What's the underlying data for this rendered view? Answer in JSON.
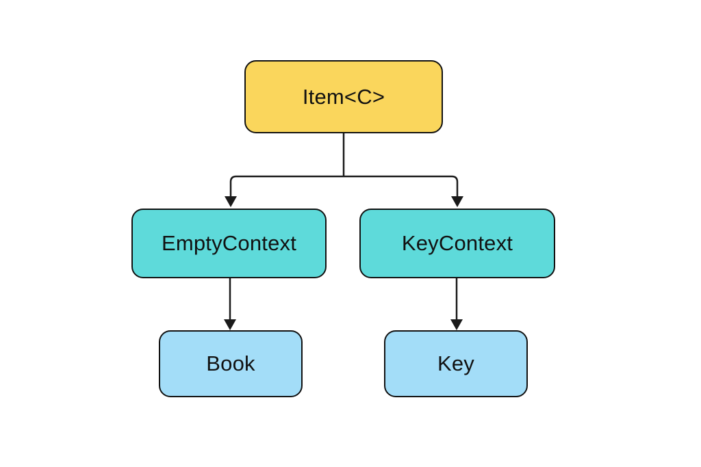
{
  "diagram": {
    "type": "tree",
    "nodes": [
      {
        "id": "item",
        "label": "Item<C>",
        "fill": "#FAD65C",
        "level": 0
      },
      {
        "id": "empty-context",
        "label": "EmptyContext",
        "fill": "#5EDADA",
        "level": 1
      },
      {
        "id": "key-context",
        "label": "KeyContext",
        "fill": "#5EDADA",
        "level": 1
      },
      {
        "id": "book",
        "label": "Book",
        "fill": "#A3DDF8",
        "level": 2
      },
      {
        "id": "key",
        "label": "Key",
        "fill": "#A3DDF8",
        "level": 2
      }
    ],
    "edges": [
      {
        "from": "item",
        "to": "empty-context"
      },
      {
        "from": "item",
        "to": "key-context"
      },
      {
        "from": "empty-context",
        "to": "book"
      },
      {
        "from": "key-context",
        "to": "key"
      }
    ],
    "colors": {
      "background": "#ffffff",
      "node_border": "#111111",
      "edge_line": "#1a1a1a",
      "text": "#111111"
    }
  }
}
